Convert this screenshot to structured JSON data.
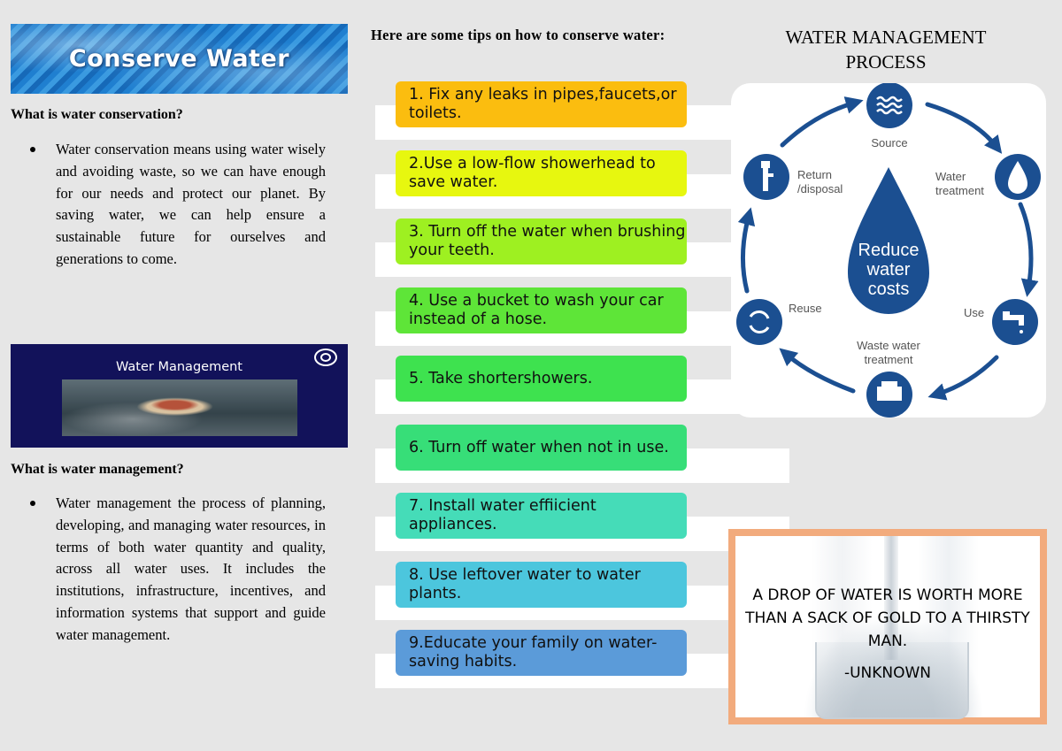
{
  "left": {
    "banner_title": "Conserve Water",
    "conservation_question": "What is water conservation?",
    "conservation_answer": "Water conservation means using water wisely and avoiding waste, so we can have enough for our needs and protect our planet. By saving water, we can help ensure a sustainable future for ourselves and generations to come.",
    "management_image_title": "Water Management",
    "management_question": "What is water management?",
    "management_answer": "Water management the process of planning, developing, and managing water resources, in terms of both water quantity and quality, across all water uses. It includes the institutions, infrastructure, incentives, and information systems that support and guide water management."
  },
  "tips": {
    "title": "Here are some tips on how to conserve water:",
    "items": [
      {
        "label": "1. Fix any leaks in pipes,faucets,or toilets.",
        "color": "#fbbd0f"
      },
      {
        "label": "2.Use a low-flow showerhead to save water.",
        "color": "#e7f70f"
      },
      {
        "label": "3. Turn off the water when brushing your teeth.",
        "color": "#9ef021"
      },
      {
        "label": "4. Use a bucket to wash your car instead of a hose.",
        "color": "#5ee538"
      },
      {
        "label": "5. Take shortershowers.",
        "color": "#3ee24f"
      },
      {
        "label": "6. Turn off water when not in use.",
        "color": "#37de78"
      },
      {
        "label": "7. Install water effiicient appliances.",
        "color": "#45dcb8"
      },
      {
        "label": "8. Use leftover water to water plants.",
        "color": "#4cc6dd"
      },
      {
        "label": "9.Educate your family on water-saving habits.",
        "color": "#5b9bd9"
      }
    ]
  },
  "process": {
    "title": "WATER MANAGEMENT PROCESS",
    "center_label": [
      "Reduce",
      "water",
      "costs"
    ],
    "stages": {
      "source": "Source",
      "treatment": [
        "Water",
        "treatment"
      ],
      "use": "Use",
      "waste": [
        "Waste water",
        "treatment"
      ],
      "reuse": "Reuse",
      "return": [
        "Return",
        "/disposal"
      ]
    },
    "accent_color": "#1b4f91"
  },
  "quote": {
    "text": "A DROP OF WATER IS WORTH MORE THAN A SACK OF GOLD TO A THIRSTY MAN.",
    "author": "-UNKNOWN"
  }
}
